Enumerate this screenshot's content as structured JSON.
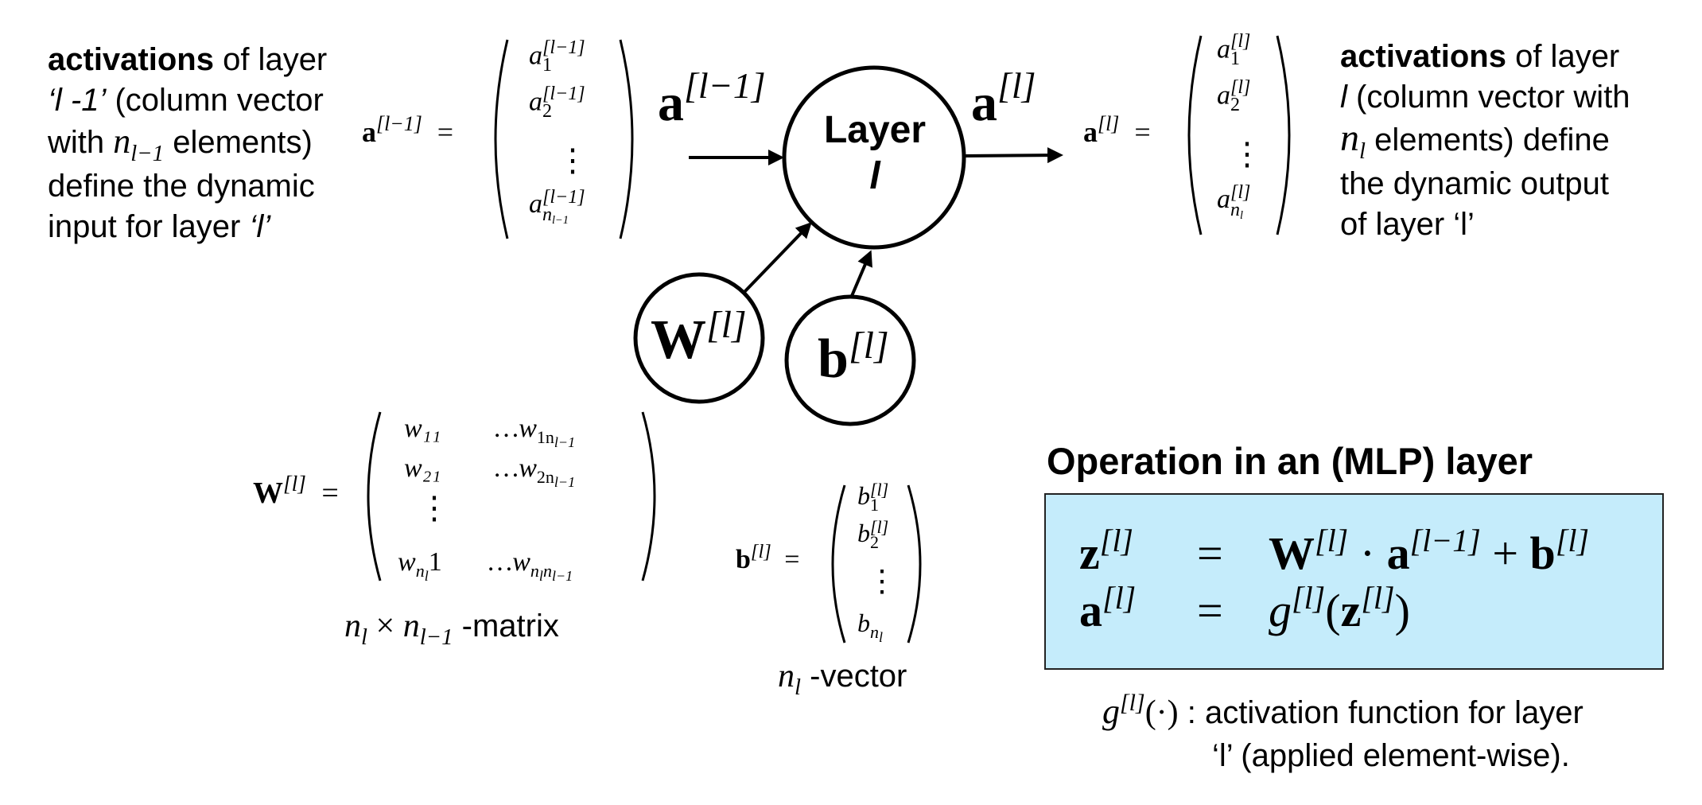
{
  "left_desc": {
    "line1_bold": "activations",
    "line1_rest": " of layer",
    "line2_italic": "‘l -1’",
    "line2_rest": " (column vector",
    "line3_pre": "with ",
    "line3_math_n": "n",
    "line3_math_sub": "l−1",
    "line3_post": " elements)",
    "line4": "define the dynamic",
    "line5_pre": "input for layer ",
    "line5_italic": "‘l’"
  },
  "right_desc": {
    "line1_bold": "activations",
    "line1_rest": " of layer",
    "line2_italic": "l",
    "line2_rest": " (column vector with",
    "line3_math_n": "n",
    "line3_math_sub": "l",
    "line3_post": " elements) define",
    "line4": "the dynamic output",
    "line5": "of layer ‘l’"
  },
  "input_vector": {
    "lhs_symbol": "a",
    "lhs_sup": "[l−1]",
    "equals": "=",
    "entries": [
      {
        "base": "a",
        "sub": "1",
        "sup": "[l−1]"
      },
      {
        "base": "a",
        "sub": "2",
        "sup": "[l−1]"
      },
      {
        "base": "a",
        "sub": "n",
        "subsub": "l−1",
        "sup": "[l−1]"
      }
    ],
    "dots": "⋮"
  },
  "output_vector": {
    "lhs_symbol": "a",
    "lhs_sup": "[l]",
    "equals": "=",
    "entries": [
      {
        "base": "a",
        "sub": "1",
        "sup": "[l]"
      },
      {
        "base": "a",
        "sub": "2",
        "sup": "[l]"
      },
      {
        "base": "a",
        "sub": "n",
        "subsub": "l",
        "sup": "[l]"
      }
    ],
    "dots": "⋮"
  },
  "node": {
    "layer_word": "Layer",
    "layer_letter": "l",
    "weights_symbol": "W",
    "weights_sup": "[l]",
    "bias_symbol": "b",
    "bias_sup": "[l]",
    "in_arrow_symbol": "a",
    "in_arrow_sup": "[l−1]",
    "out_arrow_symbol": "a",
    "out_arrow_sup": "[l]"
  },
  "weight_matrix": {
    "lhs_symbol": "W",
    "lhs_sup": "[l]",
    "equals": "=",
    "r1c1": "w₁₁",
    "r1c2_pre": "…w",
    "r1c2_sub": "1n",
    "r1c2_subsub": "l−1",
    "r2c1": "w₂₁",
    "r2c2_pre": "…w",
    "r2c2_sub": "2n",
    "r2c2_subsub": "l−1",
    "dots": "⋮",
    "r4c1_base": "w",
    "r4c1_sub": "n",
    "r4c1_subsub": "l",
    "r4c1_post": "1",
    "r4c2_pre": "…w",
    "r4c2_sub": "n",
    "r4c2_subsub1": "l",
    "r4c2_mid": "n",
    "r4c2_subsub2": "l−1",
    "caption_n1": "n",
    "caption_s1": "l",
    "caption_times": " × ",
    "caption_n2": "n",
    "caption_s2": "l−1",
    "caption_rest": " -matrix"
  },
  "bias_vector": {
    "lhs_symbol": "b",
    "lhs_sup": "[l]",
    "equals": "=",
    "entries": [
      {
        "base": "b",
        "sub": "1",
        "sup": "[l]"
      },
      {
        "base": "b",
        "sub": "2",
        "sup": "[l]"
      },
      {
        "base": "b",
        "sub": "n",
        "subsub": "l"
      }
    ],
    "dots": "⋮",
    "caption_n": "n",
    "caption_s": "l",
    "caption_rest": " -vector"
  },
  "operation": {
    "title": "Operation in an (MLP) layer",
    "eq1_lhs": "z",
    "eq1_lhs_sup": "[l]",
    "eq1_eq": "=",
    "eq1_rhs_W": "W",
    "eq1_rhs_Wsup": "[l]",
    "eq1_rhs_dot": " · ",
    "eq1_rhs_a": "a",
    "eq1_rhs_asup": "[l−1]",
    "eq1_rhs_plus": " + ",
    "eq1_rhs_b": "b",
    "eq1_rhs_bsup": "[l]",
    "eq2_lhs": "a",
    "eq2_lhs_sup": "[l]",
    "eq2_eq": "=",
    "eq2_rhs_g": "g",
    "eq2_rhs_gsup": "[l]",
    "eq2_rhs_open": "(",
    "eq2_rhs_z": "z",
    "eq2_rhs_zsup": "[l]",
    "eq2_rhs_close": ")",
    "box_color": "#c5ecfb"
  },
  "activation_note": {
    "g": "g",
    "g_sup": "[l]",
    "arg": "(·)",
    "line1": " : activation function for layer",
    "line2": "‘l’ (applied element-wise)."
  }
}
